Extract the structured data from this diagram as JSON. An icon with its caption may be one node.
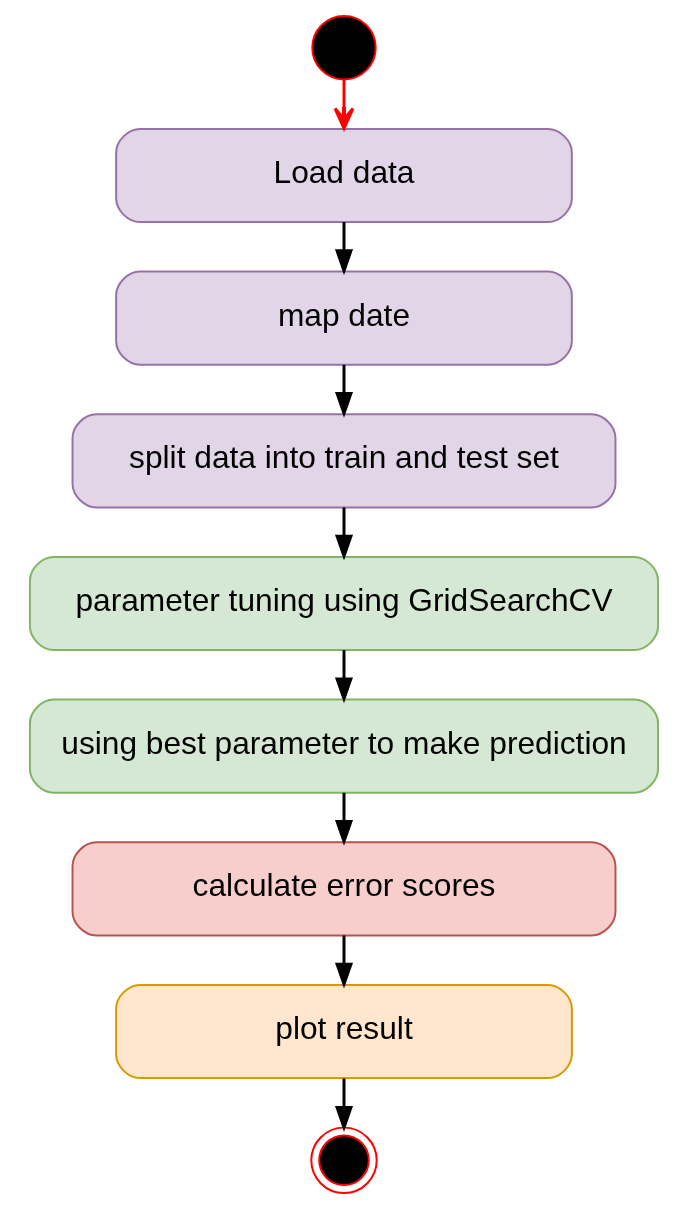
{
  "diagram": {
    "nodes": [
      {
        "text": [],
        "shape": "circle"
      },
      {
        "text": [
          "Load data"
        ]
      },
      {
        "text": [
          "map date"
        ]
      },
      {
        "text": [
          "split data into train and test set"
        ]
      },
      {
        "text": [
          "parameter tuning using GridSearchCV"
        ]
      },
      {
        "text": [
          "using best parameter to make prediction"
        ]
      },
      {
        "text": [
          "calculate error scores"
        ]
      },
      {
        "text": [
          "plot result"
        ]
      },
      {
        "text": [],
        "shape": "bullseye"
      }
    ],
    "edges": [
      {
        "from": 0,
        "to": 1,
        "arrow": "to",
        "color": "#ff0000"
      },
      {
        "from": 1,
        "to": 2,
        "arrow": "to"
      },
      {
        "from": 2,
        "to": 3,
        "arrow": "to"
      },
      {
        "from": 3,
        "to": 4,
        "arrow": "to"
      },
      {
        "from": 4,
        "to": 5,
        "arrow": "to"
      },
      {
        "from": 5,
        "to": 6,
        "arrow": "to"
      },
      {
        "from": 6,
        "to": 7,
        "arrow": "to"
      },
      {
        "from": 7,
        "to": 8,
        "arrow": "to"
      }
    ]
  }
}
